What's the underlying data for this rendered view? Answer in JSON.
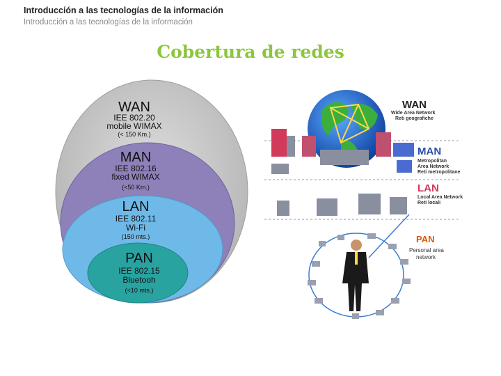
{
  "header": {
    "course_title": "Introducción a las tecnologías de la información",
    "course_subtitle": "Introducción a las tecnologías de la información"
  },
  "slide": {
    "title": "Cobertura de redes"
  },
  "circles": [
    {
      "name": "WAN",
      "standard": "IEE 802.20",
      "tech": "mobile WIMAX",
      "range": "(< 150 Km.)",
      "color": "#c8c8c8"
    },
    {
      "name": "MAN",
      "standard": "IEE 802.16",
      "tech": "fixed WIMAX",
      "range": "(<50 Km.)",
      "color": "#8e80b8"
    },
    {
      "name": "LAN",
      "standard": "IEE 802.11",
      "tech": "Wi-Fi",
      "range": "(150 mts.)",
      "color": "#6fb9e8"
    },
    {
      "name": "PAN",
      "standard": "IEE 802.15",
      "tech": "Bluetooh",
      "range": "(<10 mts.)",
      "color": "#29a3a0"
    }
  ],
  "illustration": {
    "wan": {
      "title": "WAN",
      "line1": "Wide Area Network",
      "line2": "Reti geografiche"
    },
    "man": {
      "title": "MAN",
      "line1": "Metropolitan",
      "line2": "Area Network",
      "line3": "Reti metropolitane"
    },
    "lan": {
      "title": "LAN",
      "line1": "Local Area Network",
      "line2": "Reti locali"
    },
    "pan": {
      "title": "PAN",
      "line1": "Personal area",
      "line2": "network"
    }
  }
}
